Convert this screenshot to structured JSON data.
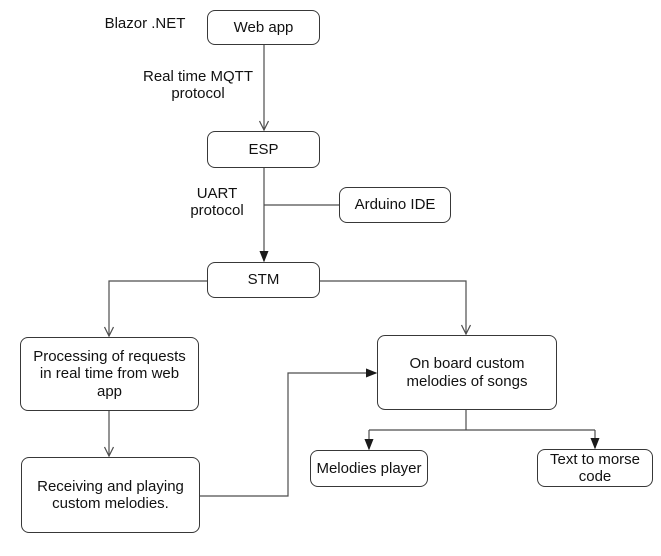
{
  "diagram": {
    "nodes": {
      "web_app": "Web app",
      "esp": "ESP",
      "arduino_ide": "Arduino IDE",
      "stm": "STM",
      "processing": "Processing of requests in real time from web app",
      "onboard": "On board custom melodies of songs",
      "receiving": "Receiving and playing custom melodies.",
      "melodies_player": "Melodies player",
      "text_to_morse": "Text to morse code"
    },
    "labels": {
      "blazor": "Blazor .NET",
      "mqtt": "Real time MQTT protocol",
      "uart": "UART protocol"
    },
    "edges": [
      {
        "from": "web_app",
        "to": "esp",
        "label": "Real time MQTT protocol",
        "arrowhead": "open"
      },
      {
        "from": "esp",
        "to": "stm",
        "label": "UART protocol",
        "arrowhead": "filled"
      },
      {
        "from": "arduino_ide",
        "to": "esp_stm_link",
        "label": "",
        "arrowhead": "none"
      },
      {
        "from": "stm",
        "to": "processing",
        "label": "",
        "arrowhead": "open"
      },
      {
        "from": "stm",
        "to": "onboard",
        "label": "",
        "arrowhead": "open"
      },
      {
        "from": "processing",
        "to": "receiving",
        "label": "",
        "arrowhead": "open"
      },
      {
        "from": "receiving",
        "to": "onboard",
        "label": "",
        "arrowhead": "filled"
      },
      {
        "from": "onboard",
        "to": "melodies_player",
        "label": "",
        "arrowhead": "filled"
      },
      {
        "from": "onboard",
        "to": "text_to_morse",
        "label": "",
        "arrowhead": "filled"
      }
    ],
    "colors": {
      "background": "#ffffff",
      "node_border": "#383838",
      "connector": "#4d4d4d",
      "arrow_fill": "#1a1a1a",
      "text": "#111111"
    }
  }
}
